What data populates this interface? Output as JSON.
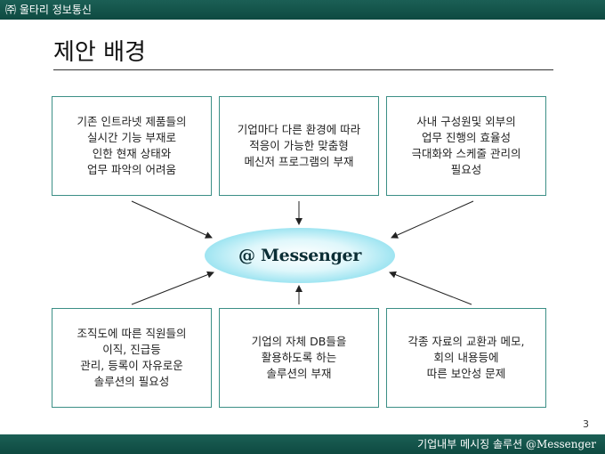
{
  "header": {
    "company": "㈜ 울타리 정보통신"
  },
  "slide": {
    "title": "제안 배경",
    "page_number": "3"
  },
  "boxes": [
    {
      "text": "기존 인트라넷 제품들의\n실시간  기능 부재로\n인한 현재 상태와\n업무 파악의 어려움"
    },
    {
      "text": "기업마다 다른 환경에 따라\n적응이 가능한 맞춤형\n메신저 프로그램의 부재"
    },
    {
      "text": "사내 구성원및 외부의\n업무 진행의 효율성\n극대화와 스케줄 관리의\n필요성"
    },
    {
      "text": "조직도에 따른 직원들의\n이직, 진급등\n관리, 등록이 자유로운\n솔루션의 필요성"
    },
    {
      "text": "기업의 자체 DB들을\n활용하도록 하는\n솔루션의 부재"
    },
    {
      "text": "각종 자료의 교환과 메모,\n회의 내용등에\n따른 보안성 문제"
    }
  ],
  "center": {
    "label": "@ Messenger"
  },
  "footer": {
    "text": "기업내부 메시징 솔루션 @Messenger"
  },
  "colors": {
    "bar": "#0e4a41",
    "box_border": "#3c8f86",
    "ellipse_fill": "#8fe0ef"
  }
}
